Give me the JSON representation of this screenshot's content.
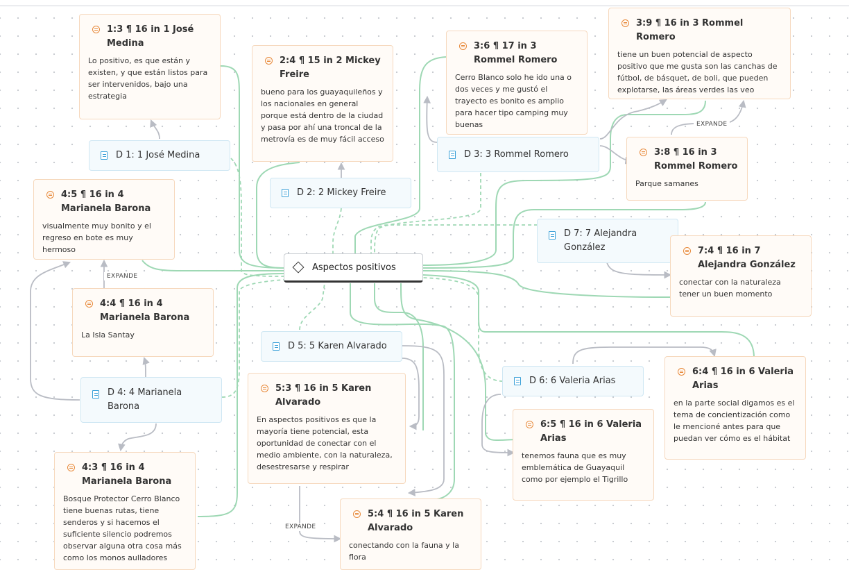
{
  "center": {
    "title": "Aspectos positivos"
  },
  "documents": [
    {
      "id": "d1",
      "label": "D 1: 1 José Medina"
    },
    {
      "id": "d2",
      "label": "D 2: 2 Mickey Freire"
    },
    {
      "id": "d3",
      "label": "D 3: 3 Rommel Romero"
    },
    {
      "id": "d4",
      "label": "D 4: 4 Marianela Barona"
    },
    {
      "id": "d5",
      "label": "D 5: 5 Karen Alvarado"
    },
    {
      "id": "d6",
      "label": "D 6: 6 Valeria Arias"
    },
    {
      "id": "d7",
      "label": "D 7: 7 Alejandra González"
    }
  ],
  "quotes": [
    {
      "id": "q1_3",
      "title": "1:3 ¶ 16 in 1 José Medina",
      "text": "Lo positivo, es que están y existen,  y que están listos para ser intervenidos, bajo una estrategia"
    },
    {
      "id": "q2_4",
      "title": "2:4 ¶ 15 in 2 Mickey Freire",
      "text": "bueno para los guayaquileños y los nacionales en general porque está dentro de la ciudad y pasa por ahí una troncal de la metrovía es de muy fácil acceso"
    },
    {
      "id": "q3_6",
      "title": "3:6 ¶ 17 in 3 Rommel Romero",
      "text": "Cerro Blanco solo he ido una o dos veces y me gustó el trayecto es bonito es amplio para hacer tipo camping muy buenas"
    },
    {
      "id": "q3_9",
      "title": "3:9 ¶ 16 in 3 Rommel Romero",
      "text": "tiene un buen potencial de aspecto positivo que me gusta son las canchas de fútbol, de básquet, de boli, que pueden explotarse, las áreas verdes las veo perfectas"
    },
    {
      "id": "q3_8",
      "title": "3:8 ¶ 16 in 3 Rommel Romero",
      "text": "Parque samanes"
    },
    {
      "id": "q4_5",
      "title": "4:5 ¶ 16 in 4 Marianela Barona",
      "text": "visualmente muy bonito y el regreso en bote es muy hermoso"
    },
    {
      "id": "q4_4",
      "title": "4:4 ¶ 16 in 4 Marianela Barona",
      "text": "La Isla Santay"
    },
    {
      "id": "q4_3",
      "title": "4:3 ¶ 16 in 4 Marianela Barona",
      "text": "Bosque Protector Cerro Blanco tiene buenas rutas, tiene senderos y si hacemos el suficiente silencio podremos observar alguna otra cosa más como los monos aulladores"
    },
    {
      "id": "q7_4",
      "title": "7:4 ¶ 16 in 7 Alejandra González",
      "text": "conectar con la naturaleza tener un buen momento"
    },
    {
      "id": "q5_3",
      "title": "5:3 ¶ 16 in 5 Karen Alvarado",
      "text": "En aspectos positivos es que la mayoría tiene potencial, esta oportunidad de conectar con el medio ambiente, con la naturaleza, desestresarse y respirar"
    },
    {
      "id": "q5_4",
      "title": "5:4 ¶ 16 in 5 Karen Alvarado",
      "text": "conectando con la fauna y la flora"
    },
    {
      "id": "q6_4",
      "title": "6:4 ¶ 16 in 6 Valeria Arias",
      "text": "en la parte social digamos es el tema de concientización como le mencioné antes para que puedan ver cómo es el hábitat"
    },
    {
      "id": "q6_5",
      "title": "6:5 ¶ 16 in 6 Valeria Arias",
      "text": "tenemos fauna que es muy emblemática de Guayaquil como por ejemplo el Tigrillo"
    }
  ],
  "expand_labels": [
    "EXPANDE",
    "EXPANDE",
    "EXPANDE"
  ],
  "colors": {
    "link_green": "#9ed8b4",
    "link_gray": "#b9bcc4",
    "quote_border": "#f6d8bd",
    "quote_bg": "#fffbf7",
    "quote_icon": "#e8893a",
    "doc_border": "#cfe7f3",
    "doc_bg": "#f4fafd",
    "doc_icon": "#3aa0d8"
  }
}
